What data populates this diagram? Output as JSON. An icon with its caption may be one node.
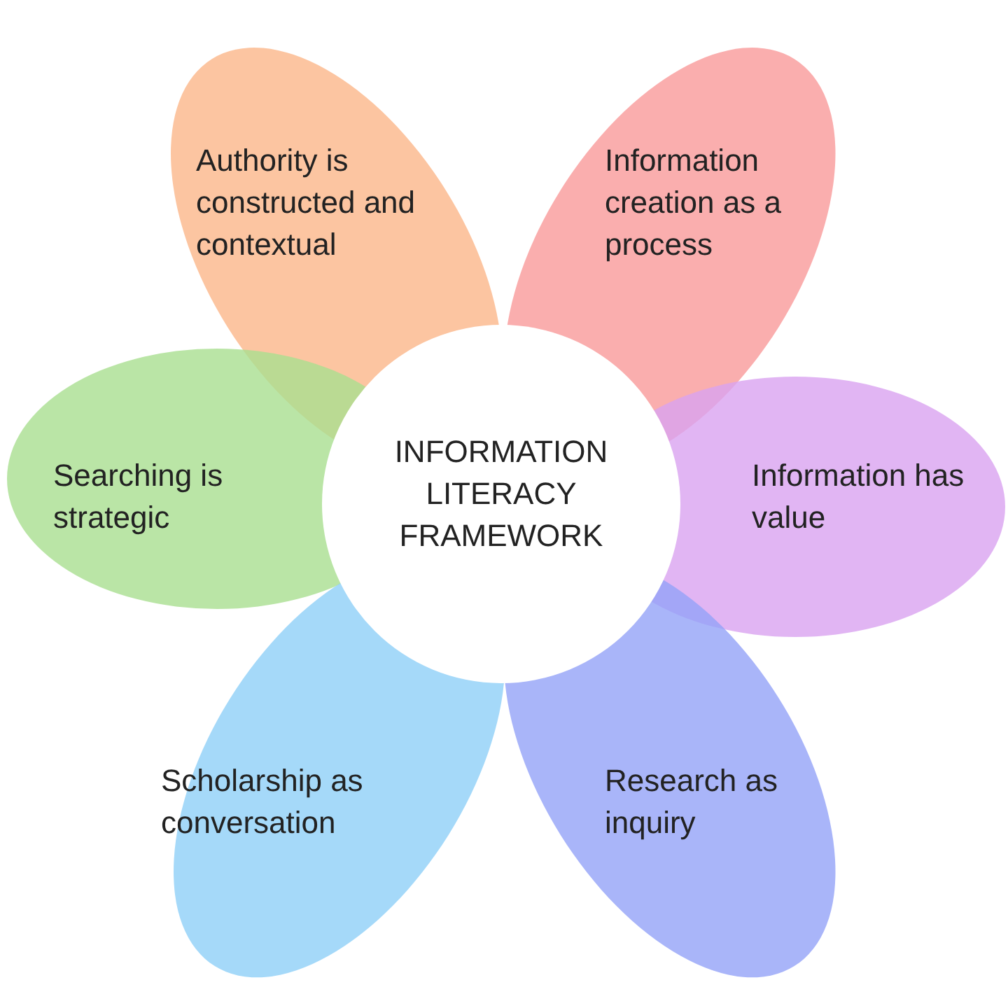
{
  "diagram": {
    "nodes": [
      {
        "text": [
          "Authority is constructed and contextual"
        ]
      },
      {
        "text": [
          "Information creation as a process"
        ]
      },
      {
        "text": [
          "Searching is strategic"
        ]
      },
      {
        "text": [
          "INFORMATION LITERACY FRAMEWORK"
        ]
      },
      {
        "text": [
          "Information has value"
        ]
      },
      {
        "text": [
          "Scholarship as conversation"
        ]
      },
      {
        "text": [
          "Research as inquiry"
        ]
      }
    ]
  }
}
